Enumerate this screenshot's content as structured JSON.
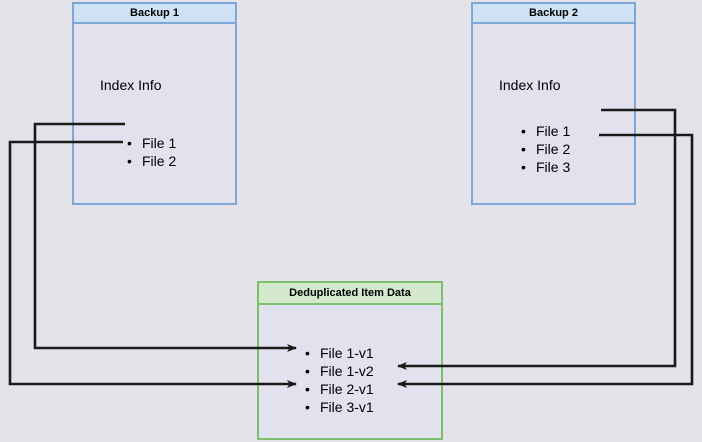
{
  "diagram": {
    "title_hidden": "",
    "background_color": "#e4e3e9",
    "boxes": [
      {
        "id": "backup-1",
        "title": "Backup 1",
        "section_label": "Index Info",
        "border_color": "#7ea6d8",
        "header_fill": "#cfe1f5",
        "body_fill": "#e2e2ee",
        "items": [
          "File 1",
          "File 2"
        ]
      },
      {
        "id": "backup-2",
        "title": "Backup 2",
        "section_label": "Index Info",
        "border_color": "#7ea6d8",
        "header_fill": "#cfe1f5",
        "body_fill": "#e2e2ee",
        "items": [
          "File 1",
          "File 2",
          "File 3"
        ]
      },
      {
        "id": "deduplicated-item-data",
        "title": "Deduplicated Item Data",
        "border_color": "#7dbf6c",
        "header_fill": "#d4e8cd",
        "body_fill": "#e2e2ee",
        "items": [
          "File 1-v1",
          "File 1-v2",
          "File 2-v1",
          "File 3-v1"
        ]
      }
    ],
    "connectors": [
      {
        "from": "backup-1.File 1",
        "to": "deduplicated-item-data.File 1-v1",
        "color": "#1a1a1a",
        "arrow": "end"
      },
      {
        "from": "backup-1.File 2",
        "to": "deduplicated-item-data.File 2-v1",
        "color": "#1a1a1a",
        "arrow": "end"
      },
      {
        "from": "backup-2.File 1",
        "to": "deduplicated-item-data.File 1-v2",
        "color": "#1a1a1a",
        "arrow": "end"
      },
      {
        "from": "backup-2.File 2",
        "to": "deduplicated-item-data.File 2-v1",
        "color": "#1a1a1a",
        "arrow": "end"
      }
    ]
  }
}
